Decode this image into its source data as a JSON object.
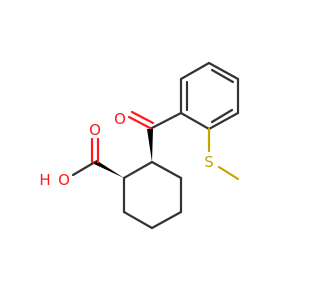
{
  "molecule": {
    "atoms": {
      "carbonyl_oxygen": "O",
      "acid_oxygen": "O",
      "hydroxyl_h": "H",
      "sulfur": "S"
    },
    "colors": {
      "bond": "#333333",
      "oxygen": "#ff1a1a",
      "sulfur": "#c9a400",
      "background": "#ffffff"
    }
  }
}
